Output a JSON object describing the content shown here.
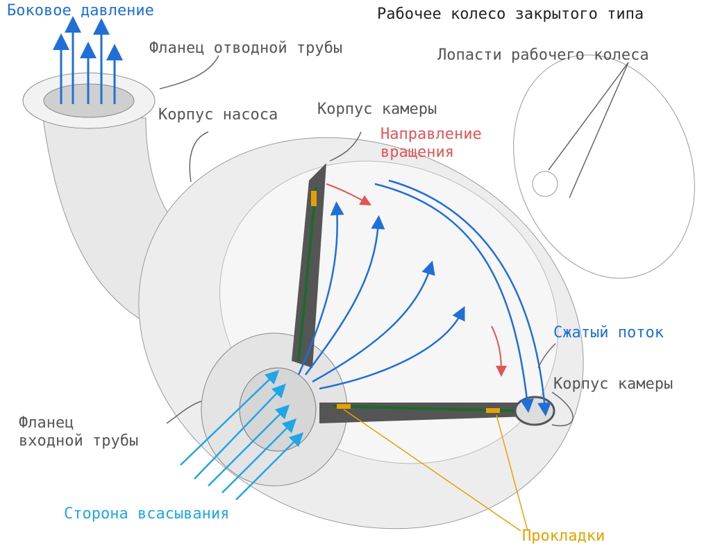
{
  "title": "Рабочее колесо закрытого типа",
  "labels": {
    "side_pressure": "Боковое давление",
    "discharge_flange": "Фланец отводной трубы",
    "impeller_blades": "Лопасти рабочего колеса",
    "pump_casing": "Корпус насоса",
    "chamber_casing_top": "Корпус камеры",
    "rotation_direction_1": "Направление",
    "rotation_direction_2": "вращения",
    "compressed_flow": "Сжатый поток",
    "chamber_casing_right": "Корпус камеры",
    "inlet_flange_1": "Фланец",
    "inlet_flange_2": "входной трубы",
    "suction_side": "Сторона всасывания",
    "gaskets": "Прокладки"
  },
  "colors": {
    "blue": "#1f6fd6",
    "light_blue": "#1ea6e6",
    "red": "#e05555",
    "orange": "#e6a100",
    "gray": "#555555"
  }
}
